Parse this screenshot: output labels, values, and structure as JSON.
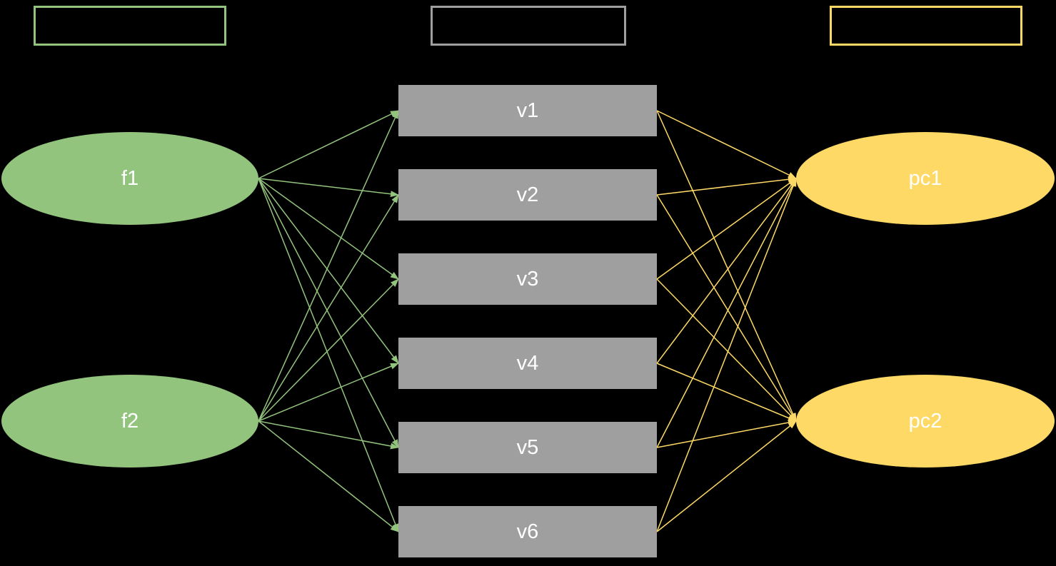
{
  "colors": {
    "background": "#000000",
    "factor_fill": "#93c47d",
    "variable_fill": "#9f9f9f",
    "component_fill": "#ffd966",
    "factor_edge": "#93c47d",
    "component_edge": "#ffd966",
    "label_text": "#ffffff"
  },
  "legend": [
    {
      "id": "factor-box",
      "label": "",
      "border_color": "#93c47d"
    },
    {
      "id": "variable-box",
      "label": "",
      "border_color": "#9f9f9f"
    },
    {
      "id": "component-box",
      "label": "",
      "border_color": "#ffd966"
    }
  ],
  "nodes": {
    "factors": [
      {
        "id": "f1",
        "label": "f1"
      },
      {
        "id": "f2",
        "label": "f2"
      }
    ],
    "variables": [
      {
        "id": "v1",
        "label": "v1"
      },
      {
        "id": "v2",
        "label": "v2"
      },
      {
        "id": "v3",
        "label": "v3"
      },
      {
        "id": "v4",
        "label": "v4"
      },
      {
        "id": "v5",
        "label": "v5"
      },
      {
        "id": "v6",
        "label": "v6"
      }
    ],
    "components": [
      {
        "id": "pc1",
        "label": "pc1"
      },
      {
        "id": "pc2",
        "label": "pc2"
      }
    ]
  },
  "edges": {
    "factor_to_variable": [
      [
        "f1",
        "v1"
      ],
      [
        "f1",
        "v2"
      ],
      [
        "f1",
        "v3"
      ],
      [
        "f1",
        "v4"
      ],
      [
        "f1",
        "v5"
      ],
      [
        "f1",
        "v6"
      ],
      [
        "f2",
        "v1"
      ],
      [
        "f2",
        "v2"
      ],
      [
        "f2",
        "v3"
      ],
      [
        "f2",
        "v4"
      ],
      [
        "f2",
        "v5"
      ],
      [
        "f2",
        "v6"
      ]
    ],
    "variable_to_component": [
      [
        "v1",
        "pc1"
      ],
      [
        "v2",
        "pc1"
      ],
      [
        "v3",
        "pc1"
      ],
      [
        "v4",
        "pc1"
      ],
      [
        "v5",
        "pc1"
      ],
      [
        "v6",
        "pc1"
      ],
      [
        "v1",
        "pc2"
      ],
      [
        "v2",
        "pc2"
      ],
      [
        "v3",
        "pc2"
      ],
      [
        "v4",
        "pc2"
      ],
      [
        "v5",
        "pc2"
      ],
      [
        "v6",
        "pc2"
      ]
    ]
  }
}
